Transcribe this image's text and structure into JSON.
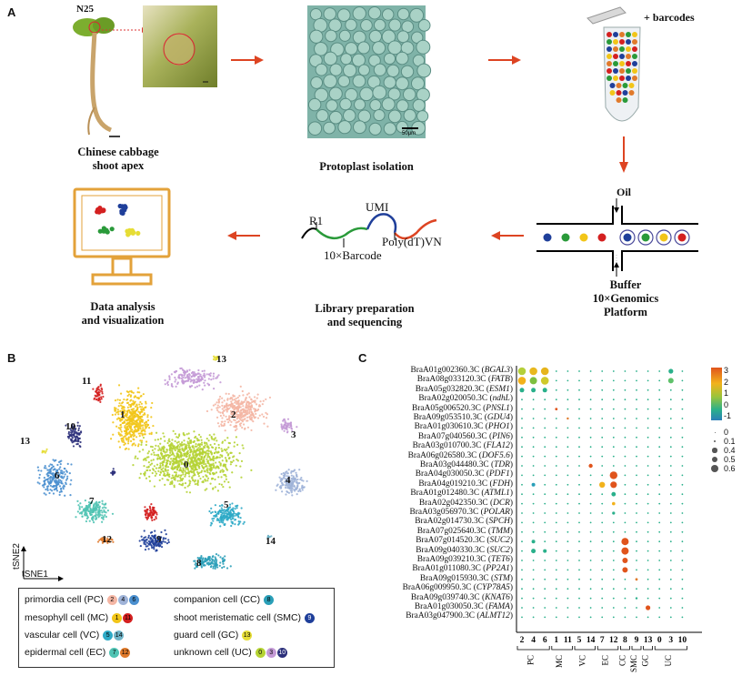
{
  "panel_a": {
    "letter": "A",
    "steps": {
      "seedling_label": "N25",
      "shoot": "Chinese cabbage\nshoot apex",
      "protoplast": "Protoplast isolation",
      "scale_text": "50μm",
      "barcodes": "+ barcodes",
      "oil": "Oil",
      "buffer": "Buffer",
      "platform": "10×Genomics\nPlatform",
      "library": "Library preparation\nand sequencing",
      "umi": "UMI",
      "r1": "R1",
      "barcode10x": "10×Barcode",
      "polydt": "Poly(dT)VN",
      "analysis": "Data analysis\nand visualization"
    }
  },
  "panel_b": {
    "letter": "B",
    "axis_x": "tSNE1",
    "axis_y": "tSNE2",
    "cluster_labels": [
      "0",
      "1",
      "2",
      "3",
      "4",
      "5",
      "6",
      "7",
      "8",
      "9",
      "10",
      "11",
      "12",
      "13",
      "14"
    ],
    "legend": {
      "pc": "primordia cell (PC)",
      "mc": "mesophyll cell (MC)",
      "vc": "vascular cell (VC)",
      "ec": "epidermal cell (EC)",
      "cc": "companion cell (CC)",
      "smc": "shoot meristematic cell (SMC)",
      "gc": "guard cell (GC)",
      "uc": "unknown cell (UC)"
    },
    "legend_chips": {
      "pc": [
        "2",
        "4",
        "6"
      ],
      "mc": [
        "1",
        "11"
      ],
      "vc": [
        "5",
        "14"
      ],
      "ec": [
        "7",
        "12"
      ],
      "cc": [
        "8"
      ],
      "smc": [
        "9"
      ],
      "gc": [
        "13"
      ],
      "uc": [
        "0",
        "3",
        "10"
      ]
    },
    "colors": {
      "0": "#b5d334",
      "1": "#f2c518",
      "2": "#f4b6a4",
      "3": "#c49ad6",
      "4": "#9fb3d8",
      "5": "#2eaac7",
      "6": "#4a8fcf",
      "7": "#4fc3b3",
      "8": "#2a9fb8",
      "9": "#1f3f9a",
      "10": "#2b2f7a",
      "11": "#d42020",
      "12": "#e07a2b",
      "13": "#e6dd35",
      "14": "#6fb4c8"
    }
  },
  "panel_c": {
    "letter": "C",
    "genes": [
      {
        "id": "BraA01g002360.3C",
        "name": "BGAL3"
      },
      {
        "id": "BraA08g033120.3C",
        "name": "FATB"
      },
      {
        "id": "BraA05g032820.3C",
        "name": "ESM1"
      },
      {
        "id": "BraA02g020050.3C",
        "name": "ndhL"
      },
      {
        "id": "BraA05g006520.3C",
        "name": "PNSL1"
      },
      {
        "id": "BraA09g053510.3C",
        "name": "GDU4"
      },
      {
        "id": "BraA01g030610.3C",
        "name": "PHO1"
      },
      {
        "id": "BraA07g040560.3C",
        "name": "PIN6"
      },
      {
        "id": "BraA03g010700.3C",
        "name": "FLA12"
      },
      {
        "id": "BraA06g026580.3C",
        "name": "DOF5.6"
      },
      {
        "id": "BraA03g044480.3C",
        "name": "TDR"
      },
      {
        "id": "BraA04g030050.3C",
        "name": "PDF1"
      },
      {
        "id": "BraA04g019210.3C",
        "name": "FDH"
      },
      {
        "id": "BraA01g012480.3C",
        "name": "ATML1"
      },
      {
        "id": "BraA02g042350.3C",
        "name": "DCR"
      },
      {
        "id": "BraA03g056970.3C",
        "name": "POLAR"
      },
      {
        "id": "BraA02g014730.3C",
        "name": "SPCH"
      },
      {
        "id": "BraA07g025640.3C",
        "name": "TMM"
      },
      {
        "id": "BraA07g014520.3C",
        "name": "SUC2"
      },
      {
        "id": "BraA09g040330.3C",
        "name": "SUC2"
      },
      {
        "id": "BraA09g039210.3C",
        "name": "TET6"
      },
      {
        "id": "BraA01g011080.3C",
        "name": "PP2A1"
      },
      {
        "id": "BraA09g015930.3C",
        "name": "STM"
      },
      {
        "id": "BraA06g009950.3C",
        "name": "CYP78A5"
      },
      {
        "id": "BraA09g039740.3C",
        "name": "KNAT6"
      },
      {
        "id": "BraA01g030050.3C",
        "name": "FAMA"
      },
      {
        "id": "BraA03g047900.3C",
        "name": "ALMT12"
      }
    ],
    "columns": [
      "2",
      "4",
      "6",
      "1",
      "11",
      "5",
      "14",
      "7",
      "12",
      "8",
      "9",
      "13",
      "0",
      "3",
      "10"
    ],
    "groups": [
      {
        "label": "PC",
        "span": 3
      },
      {
        "label": "MC",
        "span": 2
      },
      {
        "label": "VC",
        "span": 2
      },
      {
        "label": "EC",
        "span": 2
      },
      {
        "label": "CC",
        "span": 1
      },
      {
        "label": "SMC",
        "span": 1
      },
      {
        "label": "GC",
        "span": 1
      },
      {
        "label": "UC",
        "span": 3
      }
    ],
    "colorbar_ticks": [
      "3",
      "2",
      "1",
      "0",
      "-1"
    ],
    "size_legend": [
      "0",
      "0.1",
      "0.4",
      "0.5",
      "0.6"
    ]
  }
}
